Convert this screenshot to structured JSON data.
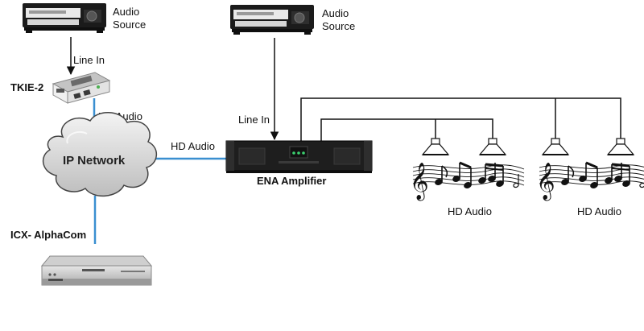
{
  "labels": {
    "audio_source_1": [
      "Audio",
      "Source"
    ],
    "audio_source_2": [
      "Audio",
      "Source"
    ],
    "line_in_1": "Line In",
    "line_in_2": "Line In",
    "tkie": "TKIE-2",
    "hd_audio_tkie": "HD Audio",
    "ip_network": "IP Network",
    "hd_audio_amp": "HD Audio",
    "ena_amplifier": "ENA Amplifier",
    "icx": "ICX- AlphaCom",
    "hd_audio_zone_1": "HD Audio",
    "hd_audio_zone_2": "HD Audio"
  },
  "colors": {
    "network_link": "#3a8fd0",
    "audio_link": "#111111",
    "device_dark": "#1c1c1c",
    "device_light": "#d0d0d0"
  },
  "icons": [
    "audio-source-device",
    "tkie-2-device",
    "cloud-icon",
    "amplifier-device",
    "icx-alphacom-device",
    "horn-speaker-icon",
    "music-notes-icon"
  ]
}
